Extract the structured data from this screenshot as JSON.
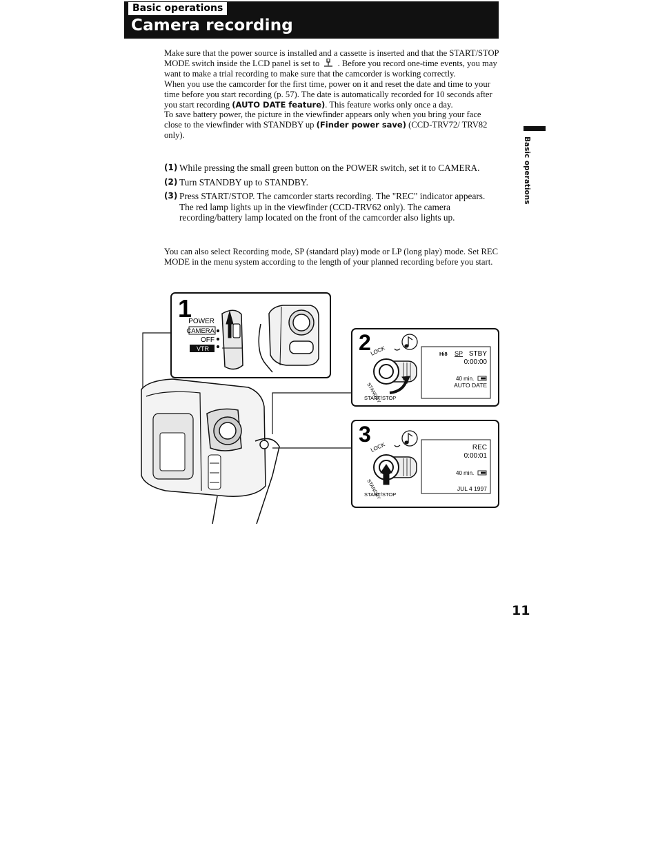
{
  "header": {
    "section": "Basic operations",
    "title": "Camera recording"
  },
  "intro": {
    "p1": "Make sure that the power source is installed and a cassette is inserted and that the START/STOP MODE switch inside the LCD panel is set to",
    "p1_icon": "record-mode-icon",
    "p1_end": ". Before you record one-time events, you may want to make a trial recording to make sure that the camcorder is working correctly.",
    "p2_start": "When you use the camcorder for the first time, power on it and reset the date and time to your time before you start recording (p. 57). The date is automatically recorded for 10 seconds after you start recording",
    "p2_bold": "(AUTO DATE feature)",
    "p2_end": ". This feature works only once a day.",
    "p3_start": "To save battery power, the picture in the viewfinder appears only when you bring your face close to the viewfinder with STANDBY up",
    "p3_bold": "(Finder power save)",
    "p3_end": "(CCD-TRV72/ TRV82 only)."
  },
  "steps": [
    {
      "num": "(1)",
      "text": "While pressing the small green button on the POWER switch, set it to CAMERA."
    },
    {
      "num": "(2)",
      "text": "Turn STANDBY up to STANDBY."
    },
    {
      "num": "(3)",
      "text": "Press START/STOP. The camcorder starts recording. The \"REC\" indicator appears. The red lamp lights up in the viewfinder (CCD-TRV62 only). The camera recording/battery lamp located on the front of the camcorder also lights up."
    }
  ],
  "after_steps": "You can also select Recording mode, SP (standard play) mode or LP (long play) mode. Set REC MODE in the menu system according to the length of your planned recording before you start.",
  "side_tab": "Basic operations",
  "page_number": "11",
  "figure": {
    "panel1": {
      "number": "1",
      "power_label": "POWER",
      "camera_label": "CAMERA",
      "off_label": "OFF",
      "vtr_label": "VTR"
    },
    "panel2": {
      "number": "2",
      "lock_label": "LOCK",
      "standby_label": "STANDBY",
      "button_label": "START/STOP",
      "lcd_mode": "Hi8",
      "lcd_speed": "SP",
      "lcd_status": "STBY",
      "lcd_counter": "0:00:00",
      "lcd_remaining": "40 min.",
      "lcd_auto_date": "AUTO DATE"
    },
    "panel3": {
      "number": "3",
      "lock_label": "LOCK",
      "standby_label": "STANDBY",
      "button_label": "START/STOP",
      "lcd_status": "REC",
      "lcd_counter": "0:00:01",
      "lcd_remaining": "40 min.",
      "lcd_date": "JUL 4 1997"
    }
  }
}
